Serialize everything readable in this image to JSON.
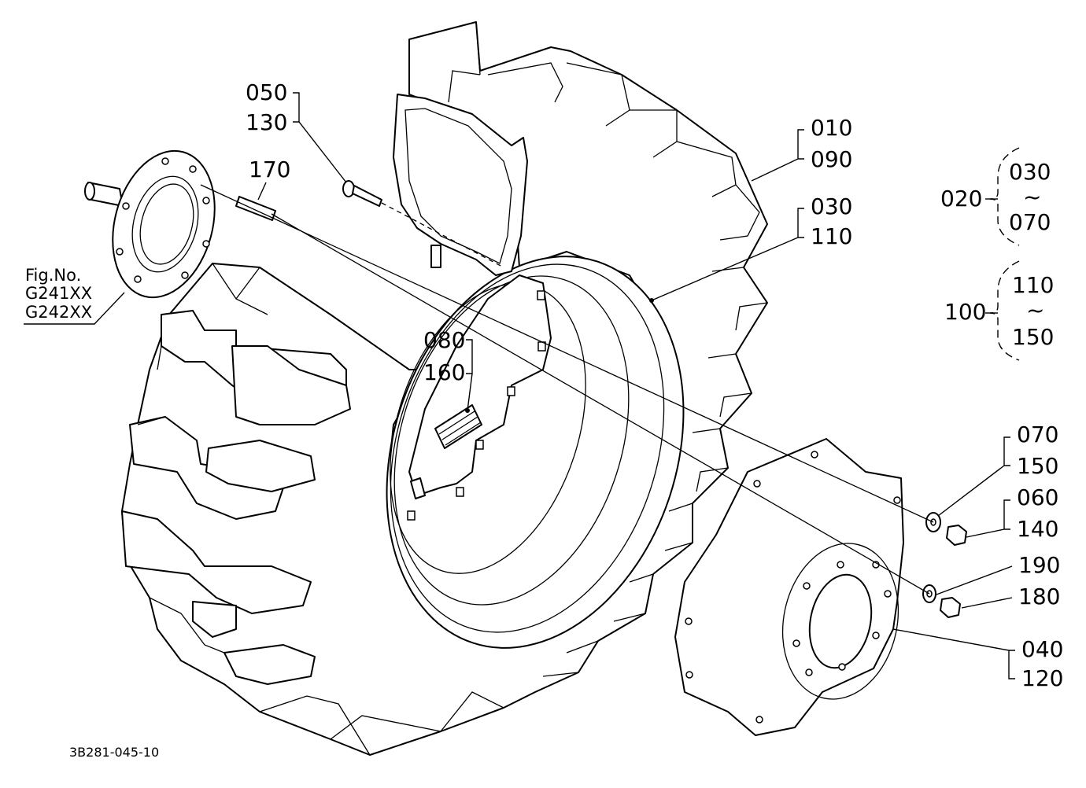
{
  "labels": {
    "l050": "050",
    "l130": "130",
    "l170": "170",
    "l010": "010",
    "l090": "090",
    "l030a": "030",
    "l110a": "110",
    "l020": "020",
    "l030b": "030",
    "tilde1": "~",
    "l070a": "070",
    "l100": "100",
    "l110b": "110",
    "tilde2": "~",
    "l150a": "150",
    "l080": "080",
    "l160": "160",
    "l070b": "070",
    "l150b": "150",
    "l060": "060",
    "l140": "140",
    "l190": "190",
    "l180": "180",
    "l040": "040",
    "l120": "120"
  },
  "figref": {
    "line1": "Fig.No.",
    "line2": "G241XX",
    "line3": "G242XX"
  },
  "diagram_code": "3B281-045-10"
}
